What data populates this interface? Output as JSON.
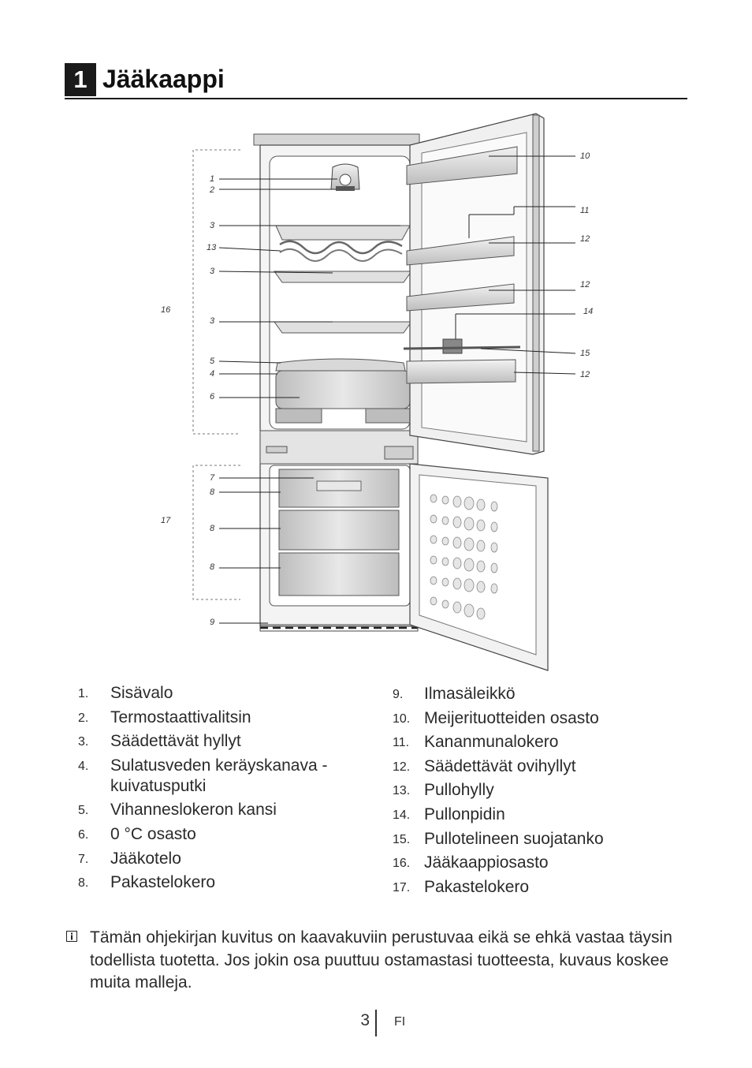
{
  "heading": {
    "number": "1",
    "title": "Jääkaappi"
  },
  "callouts": [
    "1",
    "2",
    "3",
    "13",
    "3",
    "3",
    "5",
    "4",
    "6",
    "7",
    "8",
    "8",
    "8",
    "9",
    "10",
    "11",
    "12",
    "12",
    "14",
    "15",
    "12",
    "16",
    "17"
  ],
  "legend_left": [
    {
      "num": "1.",
      "text": "Sisävalo"
    },
    {
      "num": "2.",
      "text": "Termostaattivalitsin"
    },
    {
      "num": "3.",
      "text": "Säädettävät hyllyt"
    },
    {
      "num": "4.",
      "text": "Sulatusveden keräyskanava - kuivatusputki"
    },
    {
      "num": "5.",
      "text": "Vihanneslokeron kansi"
    },
    {
      "num": "6.",
      "text": "0 °C osasto"
    },
    {
      "num": "7.",
      "text": "Jääkotelo"
    },
    {
      "num": "8.",
      "text": "Pakastelokero"
    }
  ],
  "legend_right": [
    {
      "num": "9.",
      "text": "Ilmasäleikkö"
    },
    {
      "num": "10.",
      "text": "Meijerituotteiden osasto"
    },
    {
      "num": "11.",
      "text": "Kananmunalokero"
    },
    {
      "num": "12.",
      "text": "Säädettävät ovihyllyt"
    },
    {
      "num": "13.",
      "text": "Pullohylly"
    },
    {
      "num": "14.",
      "text": "Pullonpidin"
    },
    {
      "num": "15.",
      "text": "Pullotelineen suojatanko"
    },
    {
      "num": "16.",
      "text": "Jääkaappiosasto"
    },
    {
      "num": "17.",
      "text": "Pakastelokero"
    }
  ],
  "note": {
    "icon": "info-icon",
    "text": "Tämän ohjekirjan kuvitus on kaavakuviin perustuvaa eikä se ehkä vastaa täysin todellista tuotetta. Jos jokin osa puuttuu ostamastasi tuotteesta, kuvaus koskee muita malleja."
  },
  "footer": {
    "page": "3",
    "lang": "FI"
  }
}
